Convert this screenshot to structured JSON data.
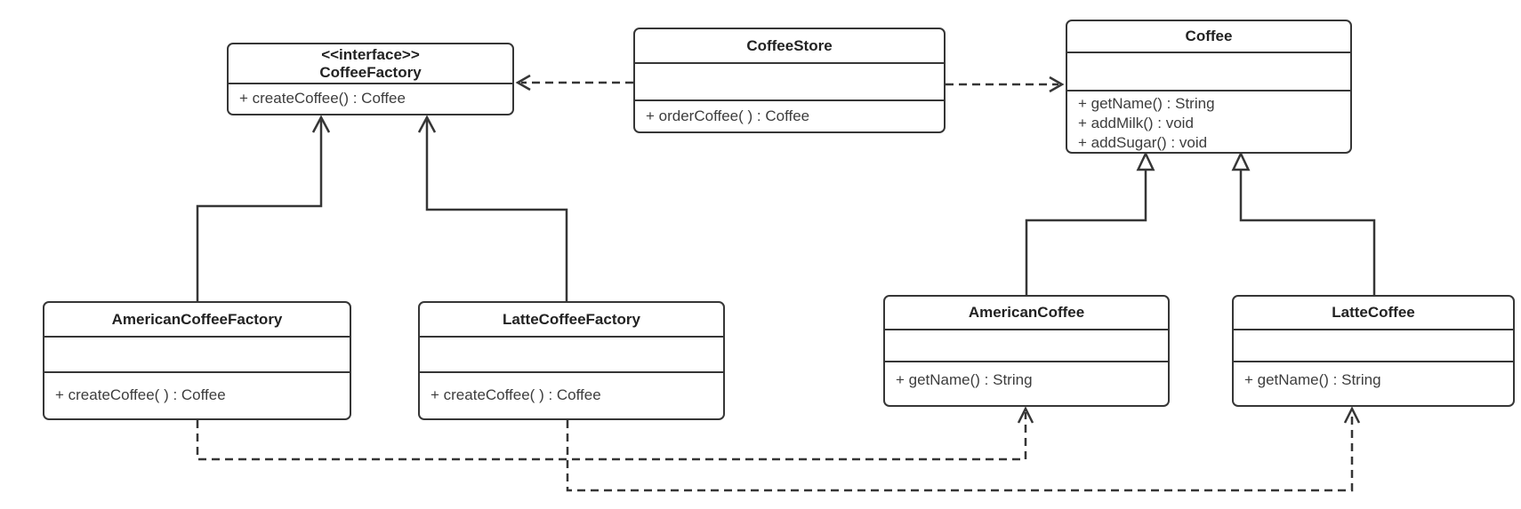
{
  "diagram": {
    "classes": [
      {
        "id": "coffee-factory",
        "stereotype": "<<interface>>",
        "name": "CoffeeFactory",
        "attributes": [],
        "methods": [
          "+ createCoffee() : Coffee"
        ]
      },
      {
        "id": "coffee-store",
        "stereotype": "",
        "name": "CoffeeStore",
        "attributes": [],
        "methods": [
          "+ orderCoffee( ) : Coffee"
        ]
      },
      {
        "id": "coffee",
        "stereotype": "",
        "name": "Coffee",
        "attributes": [],
        "methods": [
          "+ getName() : String",
          "+ addMilk() : void",
          "+ addSugar() : void"
        ]
      },
      {
        "id": "american-coffee-factory",
        "stereotype": "",
        "name": "AmericanCoffeeFactory",
        "attributes": [],
        "methods": [
          "+ createCoffee( ) : Coffee"
        ]
      },
      {
        "id": "latte-coffee-factory",
        "stereotype": "",
        "name": "LatteCoffeeFactory",
        "attributes": [],
        "methods": [
          "+ createCoffee( ) : Coffee"
        ]
      },
      {
        "id": "american-coffee",
        "stereotype": "",
        "name": "AmericanCoffee",
        "attributes": [],
        "methods": [
          "+ getName() : String"
        ]
      },
      {
        "id": "latte-coffee",
        "stereotype": "",
        "name": "LatteCoffee",
        "attributes": [],
        "methods": [
          "+ getName() : String"
        ]
      }
    ],
    "relationships": [
      {
        "from": "CoffeeStore",
        "to": "CoffeeFactory",
        "type": "dependency",
        "line": "dashed",
        "arrowhead": "open"
      },
      {
        "from": "CoffeeStore",
        "to": "Coffee",
        "type": "dependency",
        "line": "dashed",
        "arrowhead": "open"
      },
      {
        "from": "AmericanCoffeeFactory",
        "to": "CoffeeFactory",
        "type": "realization",
        "line": "solid",
        "arrowhead": "open"
      },
      {
        "from": "LatteCoffeeFactory",
        "to": "CoffeeFactory",
        "type": "realization",
        "line": "solid",
        "arrowhead": "open"
      },
      {
        "from": "AmericanCoffee",
        "to": "Coffee",
        "type": "generalization",
        "line": "solid",
        "arrowhead": "hollow-triangle"
      },
      {
        "from": "LatteCoffee",
        "to": "Coffee",
        "type": "generalization",
        "line": "solid",
        "arrowhead": "hollow-triangle"
      },
      {
        "from": "AmericanCoffeeFactory",
        "to": "AmericanCoffee",
        "type": "dependency",
        "line": "dashed",
        "arrowhead": "open"
      },
      {
        "from": "LatteCoffeeFactory",
        "to": "LatteCoffee",
        "type": "dependency",
        "line": "dashed",
        "arrowhead": "open"
      }
    ],
    "colors": {
      "line": "#363636",
      "title_text": "#222222",
      "method_text": "#3d3d3d",
      "background": "#ffffff"
    }
  }
}
